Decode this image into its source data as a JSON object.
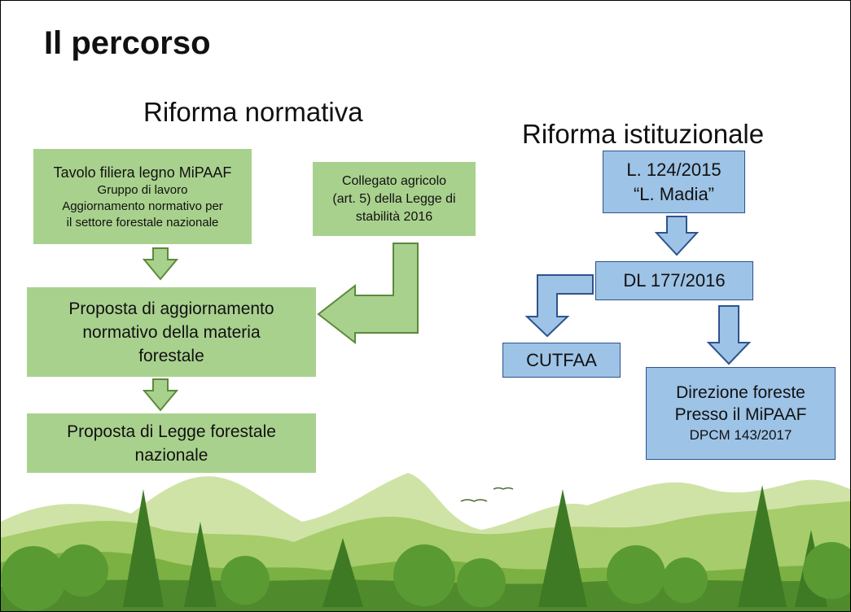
{
  "slide": {
    "title": "Il percorso",
    "left_heading": "Riforma normativa",
    "right_heading": "Riforma istituzionale"
  },
  "left": {
    "tavolo": [
      "Tavolo filiera legno MiPAAF",
      "Gruppo di lavoro",
      "Aggiornamento normativo per",
      "il settore forestale nazionale"
    ],
    "collegato": [
      "Collegato agricolo",
      "(art. 5) della Legge di",
      "stabilità 2016"
    ],
    "proposta_aggiornamento": [
      "Proposta di aggiornamento",
      "normativo della materia",
      "forestale"
    ],
    "proposta_legge": [
      "Proposta di Legge forestale",
      "nazionale"
    ]
  },
  "right": {
    "legge_madia": [
      "L. 124/2015",
      "“L. Madia”"
    ],
    "dl": "DL 177/2016",
    "cutfaa": "CUTFAA",
    "direzione": [
      "Direzione foreste",
      "Presso il MiPAAF",
      "DPCM 143/2017"
    ]
  },
  "colors": {
    "green_box": "#a9d18e",
    "green_arrow_stroke": "#5b8a3a",
    "blue_box": "#9dc3e6",
    "blue_stroke": "#2f528f"
  }
}
